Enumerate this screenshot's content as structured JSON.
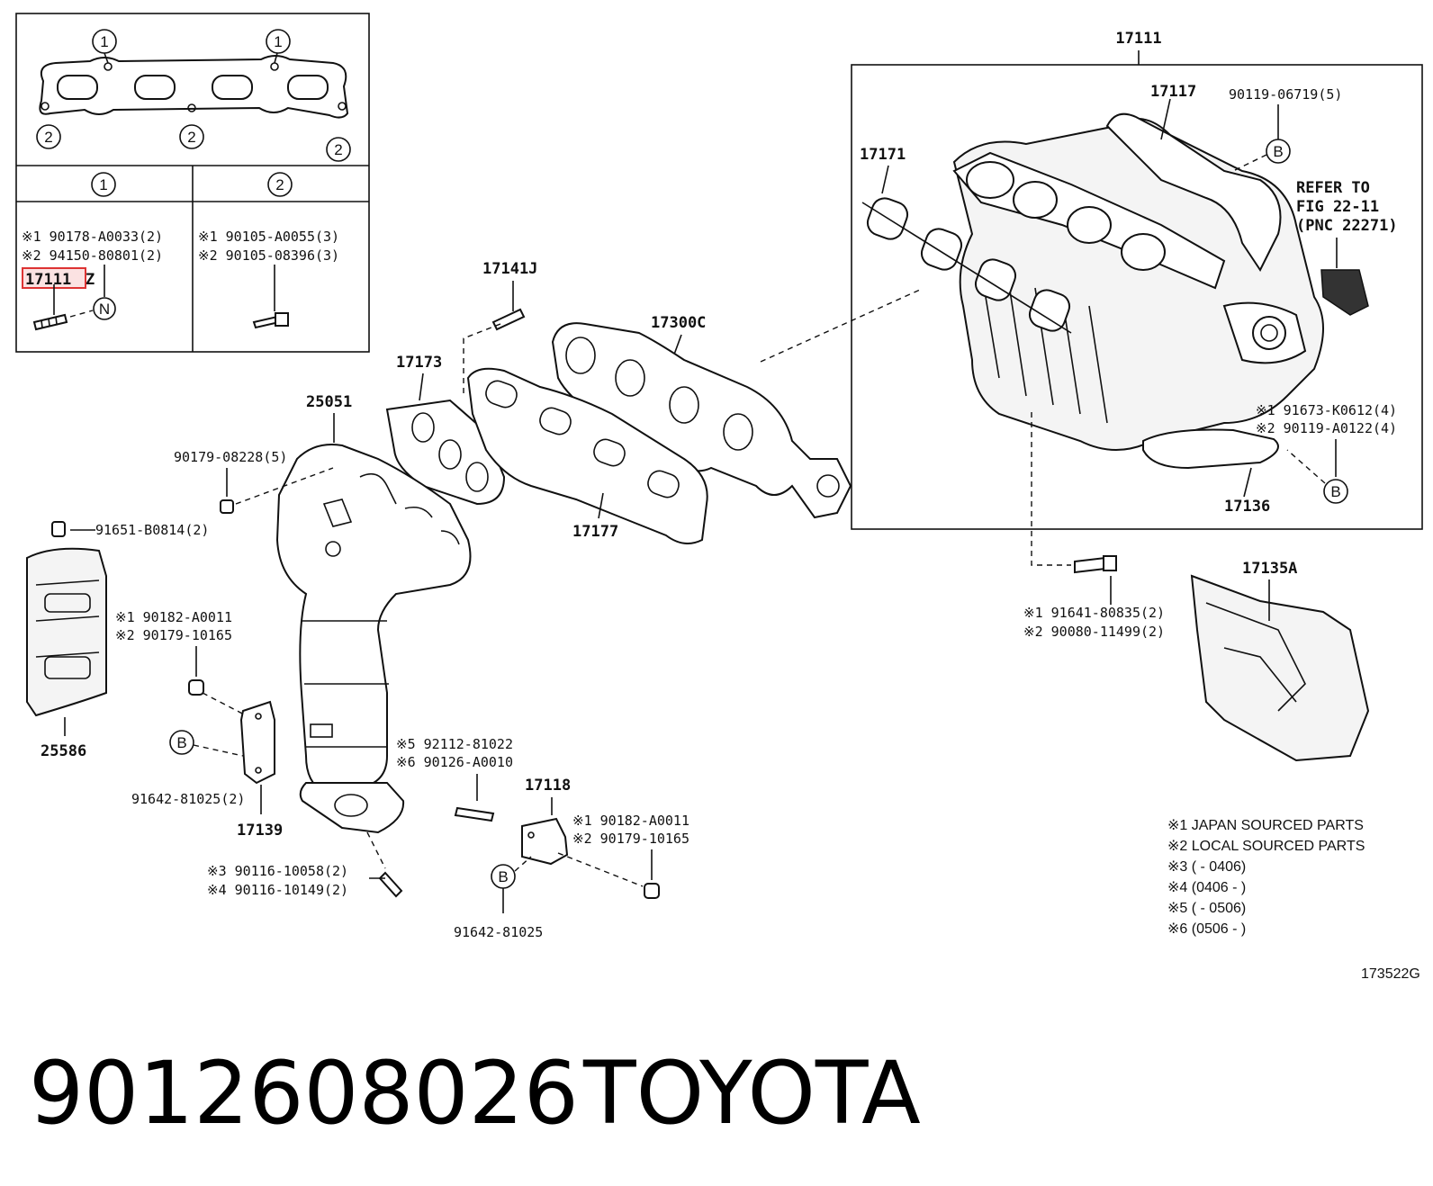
{
  "inset": {
    "col1_header": "1",
    "col2_header": "2",
    "col1_line1": "※1 90178-A0033(2)",
    "col1_line2": "※2 94150-80801(2)",
    "col1_highlight": "17111",
    "col1_suffix": "Z",
    "col1_circle": "N",
    "col2_line1": "※1 90105-A0055(3)",
    "col2_line2": "※2 90105-08396(3)",
    "gasket_markers": [
      "1",
      "1",
      "2",
      "2",
      "2"
    ]
  },
  "labels": {
    "p17111": "17111",
    "p17117": "17117",
    "p90119_06719": "90119-06719(5)",
    "p17171": "17171",
    "refer1": "REFER TO",
    "refer2": "FIG 22-11",
    "refer3": "(PNC 22271)",
    "p17141J": "17141J",
    "p17300C": "17300C",
    "p17173": "17173",
    "p25051": "25051",
    "p90179_08228": "90179-08228(5)",
    "p91651": "91651-B0814(2)",
    "p17177": "17177",
    "p91673": "※1 91673-K0612(4)",
    "p90119_A0122": "※2 90119-A0122(4)",
    "p17136": "17136",
    "p17135A": "17135A",
    "p91641": "※1 91641-80835(2)",
    "p90080": "※2 90080-11499(2)",
    "p90182_a": "※1 90182-A0011",
    "p90179_10165_a": "※2 90179-10165",
    "p25586": "25586",
    "p91642_81025_2": "91642-81025(2)",
    "p17139": "17139",
    "p92112": "※5 92112-81022",
    "p90126": "※6 90126-A0010",
    "p17118": "17118",
    "p90182_b": "※1 90182-A0011",
    "p90179_10165_b": "※2 90179-10165",
    "p90116_10058": "※3 90116-10058(2)",
    "p90116_10149": "※4 90116-10149(2)",
    "p91642_81025": "91642-81025",
    "circle_b": "B"
  },
  "notes": [
    "※1 JAPAN SOURCED PARTS",
    "※2 LOCAL SOURCED PARTS",
    "※3 (       - 0406)",
    "※4 (0406 -       )",
    "※5 (       - 0506)",
    "※6 (0506 -       )"
  ],
  "figure_id": "173522G",
  "title": {
    "part_number": "9012608026",
    "brand": "TOYOTA"
  }
}
